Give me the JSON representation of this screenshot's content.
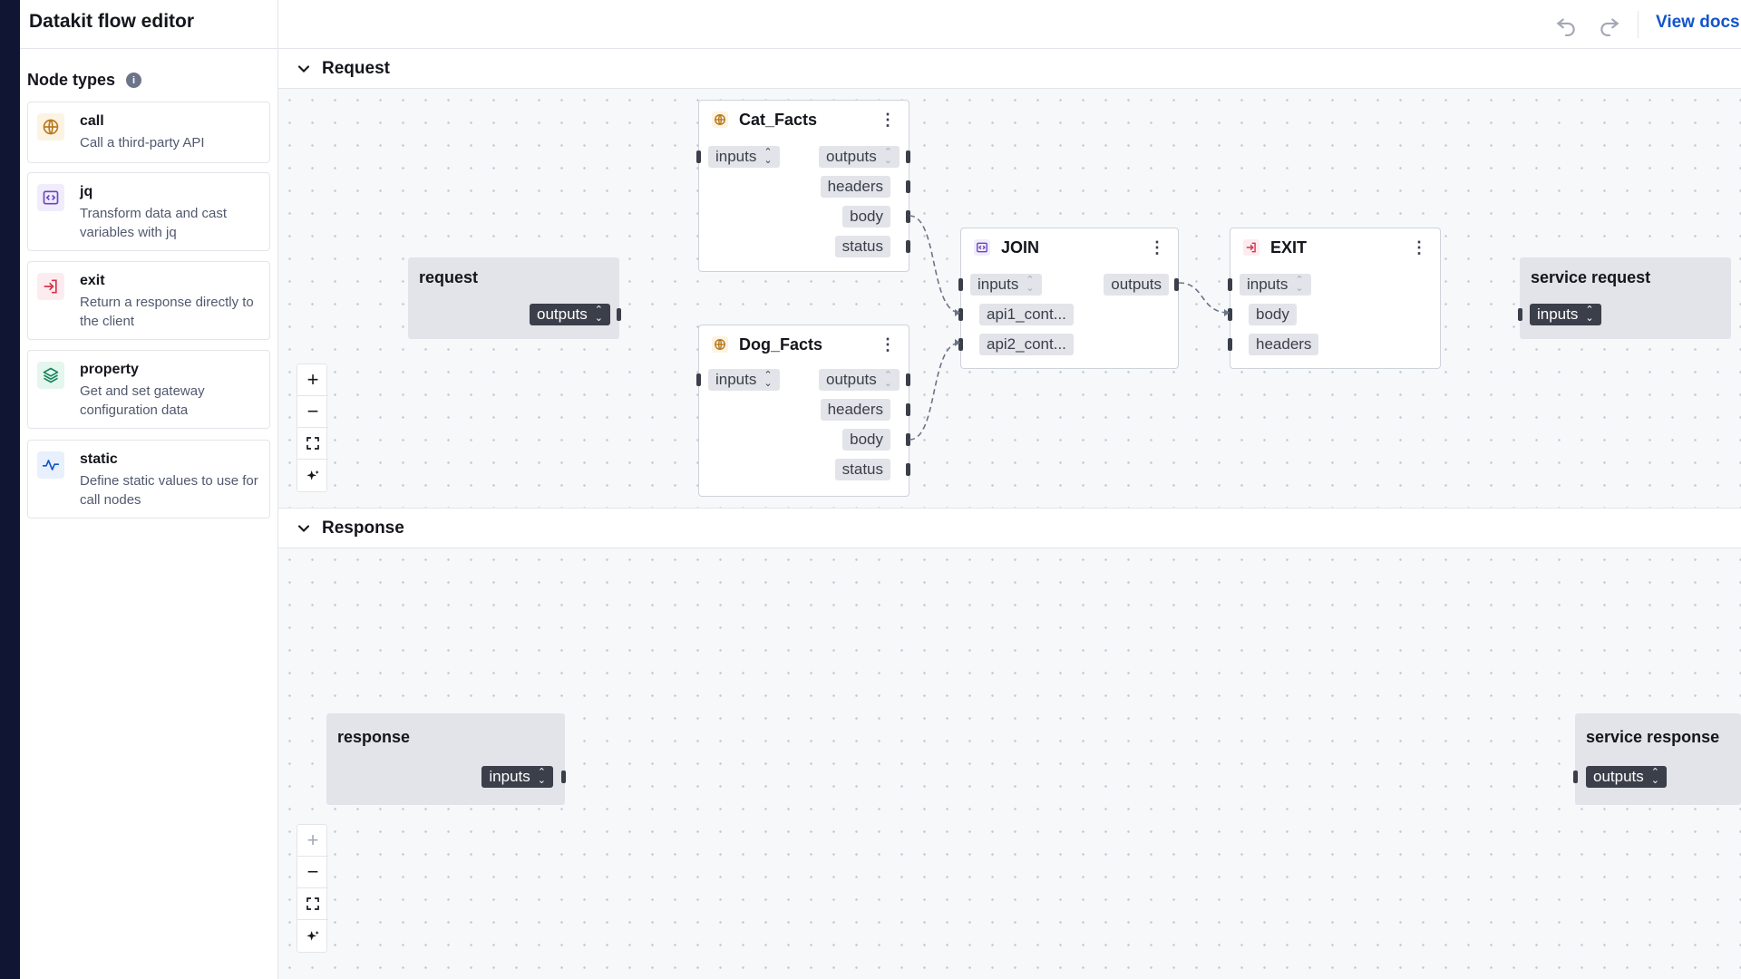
{
  "app": {
    "title": "Datakit flow editor"
  },
  "header": {
    "undo_icon": "undo-icon",
    "redo_icon": "redo-icon",
    "view_docs": "View docs"
  },
  "sidebar": {
    "heading": "Node types",
    "info_icon": "info-icon",
    "items": [
      {
        "name": "call",
        "desc": "Call a third-party API",
        "icon": "globe-icon",
        "color": "#b7791f",
        "bg": "#fdf3e2"
      },
      {
        "name": "jq",
        "desc": "Transform data and cast variables with jq",
        "icon": "code-icon",
        "color": "#6b46c1",
        "bg": "#f1ecfb"
      },
      {
        "name": "exit",
        "desc": "Return a response directly to the client",
        "icon": "exit-icon",
        "color": "#d6334a",
        "bg": "#fdecef"
      },
      {
        "name": "property",
        "desc": "Get and set gateway configuration data",
        "icon": "layers-icon",
        "color": "#16845c",
        "bg": "#e4f6ee"
      },
      {
        "name": "static",
        "desc": "Define static values to use for call nodes",
        "icon": "pulse-icon",
        "color": "#1155cb",
        "bg": "#e8f0fd"
      }
    ]
  },
  "sections": {
    "request": {
      "title": "Request",
      "request_node": {
        "title": "request",
        "outputs": "outputs"
      },
      "service_request_node": {
        "title": "service request",
        "inputs": "inputs"
      },
      "cat_facts": {
        "title": "Cat_Facts",
        "inputs": "inputs",
        "outputs": "outputs",
        "fields": [
          "headers",
          "body",
          "status"
        ]
      },
      "dog_facts": {
        "title": "Dog_Facts",
        "inputs": "inputs",
        "outputs": "outputs",
        "fields": [
          "headers",
          "body",
          "status"
        ]
      },
      "join": {
        "title": "JOIN",
        "inputs": "inputs",
        "outputs": "outputs",
        "fields": [
          "api1_cont...",
          "api2_cont..."
        ]
      },
      "exit": {
        "title": "EXIT",
        "inputs": "inputs",
        "fields": [
          "body",
          "headers"
        ]
      }
    },
    "response": {
      "title": "Response",
      "response_node": {
        "title": "response",
        "inputs": "inputs"
      },
      "service_response_node": {
        "title": "service response",
        "outputs": "outputs"
      }
    }
  },
  "zoom_controls": {
    "zoom_in": "+",
    "zoom_out": "−"
  },
  "colors": {
    "accent": "#1155cb",
    "nav": "#0f1533",
    "pill": "#3b3f4a"
  }
}
